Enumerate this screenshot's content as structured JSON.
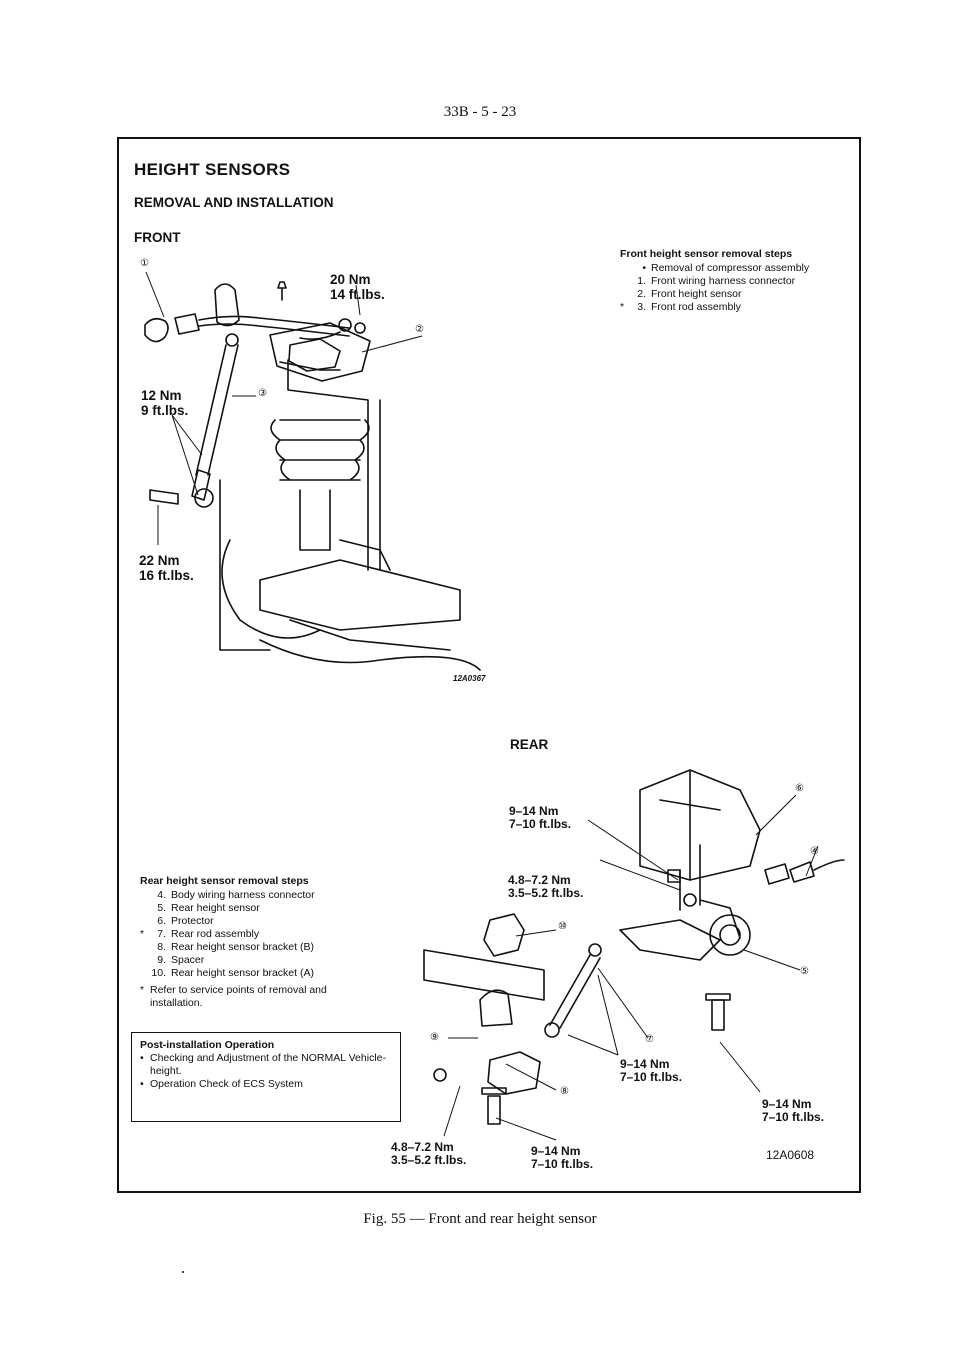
{
  "page_number": "33B - 5 - 23",
  "title": "HEIGHT SENSORS",
  "subtitle": "REMOVAL AND INSTALLATION",
  "front": {
    "heading": "FRONT",
    "steps_title": "Front height sensor removal steps",
    "steps": [
      {
        "mark": "",
        "num": "•",
        "text": "Removal of compressor assembly"
      },
      {
        "mark": "",
        "num": "1.",
        "text": "Front wiring harness connector"
      },
      {
        "mark": "",
        "num": "2.",
        "text": "Front height sensor"
      },
      {
        "mark": "*",
        "num": "3.",
        "text": "Front rod assembly"
      }
    ],
    "callouts": [
      "①",
      "②",
      "③"
    ],
    "torque": [
      {
        "nm": "20 Nm",
        "ftlbs": "14 ft.lbs."
      },
      {
        "nm": "12 Nm",
        "ftlbs": "9 ft.lbs."
      },
      {
        "nm": "22 Nm",
        "ftlbs": "16 ft.lbs."
      }
    ],
    "figure_code": "12A0367"
  },
  "rear": {
    "heading": "REAR",
    "steps_title": "Rear height sensor removal steps",
    "steps": [
      {
        "mark": "",
        "num": "4.",
        "text": "Body wiring harness connector"
      },
      {
        "mark": "",
        "num": "5.",
        "text": "Rear height sensor"
      },
      {
        "mark": "",
        "num": "6.",
        "text": "Protector"
      },
      {
        "mark": "*",
        "num": "7.",
        "text": "Rear rod assembly"
      },
      {
        "mark": "",
        "num": "8.",
        "text": "Rear height sensor bracket (B)"
      },
      {
        "mark": "",
        "num": "9.",
        "text": "Spacer"
      },
      {
        "mark": "",
        "num": "10.",
        "text": "Rear height sensor bracket (A)"
      }
    ],
    "footnote_mark": "*",
    "footnote": "Refer to service points of removal and installation.",
    "callouts": [
      "④",
      "⑤",
      "⑥",
      "⑦",
      "⑧",
      "⑨",
      "⑩"
    ],
    "torque": [
      {
        "nm": "9–14 Nm",
        "ftlbs": "7–10 ft.lbs."
      },
      {
        "nm": "4.8–7.2 Nm",
        "ftlbs": "3.5–5.2 ft.lbs."
      },
      {
        "nm": "9–14 Nm",
        "ftlbs": "7–10 ft.lbs."
      },
      {
        "nm": "9–14 Nm",
        "ftlbs": "7–10 ft.lbs."
      },
      {
        "nm": "4.8–7.2 Nm",
        "ftlbs": "3.5–5.2 ft.lbs."
      },
      {
        "nm": "9–14 Nm",
        "ftlbs": "7–10 ft.lbs."
      }
    ],
    "figure_code": "12A0608"
  },
  "post_installation": {
    "title": "Post-installation Operation",
    "bullet": "•",
    "items": [
      "Checking and Adjustment of the NORMAL Vehicle-height.",
      "Operation Check of ECS System"
    ]
  },
  "caption": "Fig. 55 — Front and rear height sensor"
}
